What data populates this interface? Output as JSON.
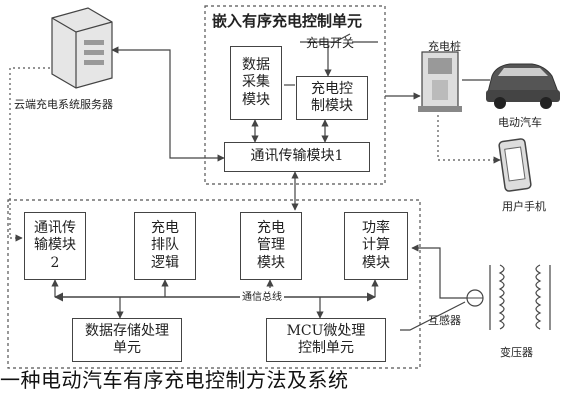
{
  "title": "一种电动汽车有序充电控制方法及系统",
  "cloud_server": {
    "label": "云端充电系统服务器"
  },
  "embedded_unit": {
    "title": "嵌入有序充电控制单元",
    "data_acq": "数据采集模块",
    "switch": "充电开关",
    "charge_ctrl": "充电控制模块",
    "comm1": "通讯传输模块1"
  },
  "charging_pile": {
    "label": "充电桩"
  },
  "ev": {
    "label": "电动汽车"
  },
  "phone": {
    "label": "用户手机"
  },
  "lower_unit": {
    "comm2": "通讯传输模块2",
    "queue": "充电排队逻辑",
    "mgmt": "充电管理模块",
    "power": "功率计算模块",
    "bus": "通信总线",
    "storage": "数据存储处理单元",
    "mcu": "MCU微处理控制单元"
  },
  "sensor": {
    "label": "互感器"
  },
  "transformer": {
    "label": "变压器"
  }
}
